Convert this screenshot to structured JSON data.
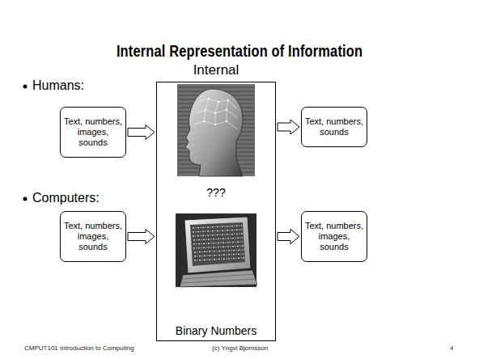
{
  "diagram": {
    "title": "Internal Representation of Information",
    "nodes": [
      {
        "text": [
          "Internal",
          "???",
          "Binary Numbers"
        ]
      },
      {
        "text": [
          "Text, numbers, images, sounds"
        ]
      },
      {
        "text": [
          "Text, numbers, sounds"
        ]
      },
      {
        "text": [
          "Text, numbers, images, sounds"
        ]
      },
      {
        "text": [
          "Text, numbers, images, sounds"
        ]
      }
    ],
    "edges": [
      {
        "from": 1,
        "to": 0,
        "arrow": "to"
      },
      {
        "from": 0,
        "to": 2,
        "arrow": "to"
      },
      {
        "from": 3,
        "to": 0,
        "arrow": "to"
      },
      {
        "from": 0,
        "to": 4,
        "arrow": "to"
      }
    ],
    "labels": [
      "Humans:",
      "Computers:",
      "CMPUT101 Introduction to Computing",
      "(c) Yngvi Bjornsson",
      "4"
    ]
  }
}
